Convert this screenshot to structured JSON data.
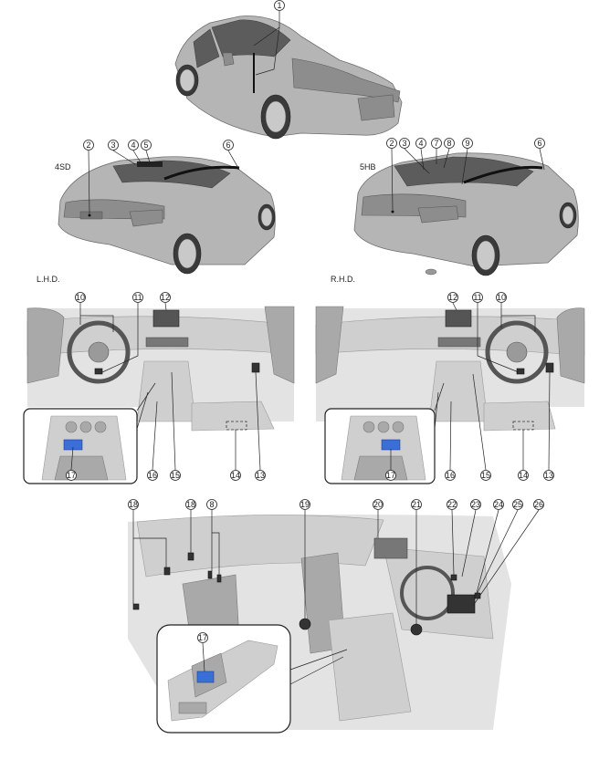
{
  "labels": {
    "sedan": "4SD",
    "hatch": "5HB",
    "lhd": "L.H.D.",
    "rhd": "R.H.D."
  },
  "callouts": {
    "c1": "1",
    "c2": "2",
    "c3": "3",
    "c4": "4",
    "c5": "5",
    "c6": "6",
    "c7": "7",
    "c8": "8",
    "c9": "9",
    "c10": "10",
    "c11": "11",
    "c12": "12",
    "c13": "13",
    "c14": "14",
    "c15": "15",
    "c16": "16",
    "c17": "17",
    "c18": "18",
    "c19": "19",
    "c20": "20",
    "c21": "21",
    "c22": "22",
    "c23": "23",
    "c24": "24",
    "c25": "25",
    "c26": "26"
  }
}
